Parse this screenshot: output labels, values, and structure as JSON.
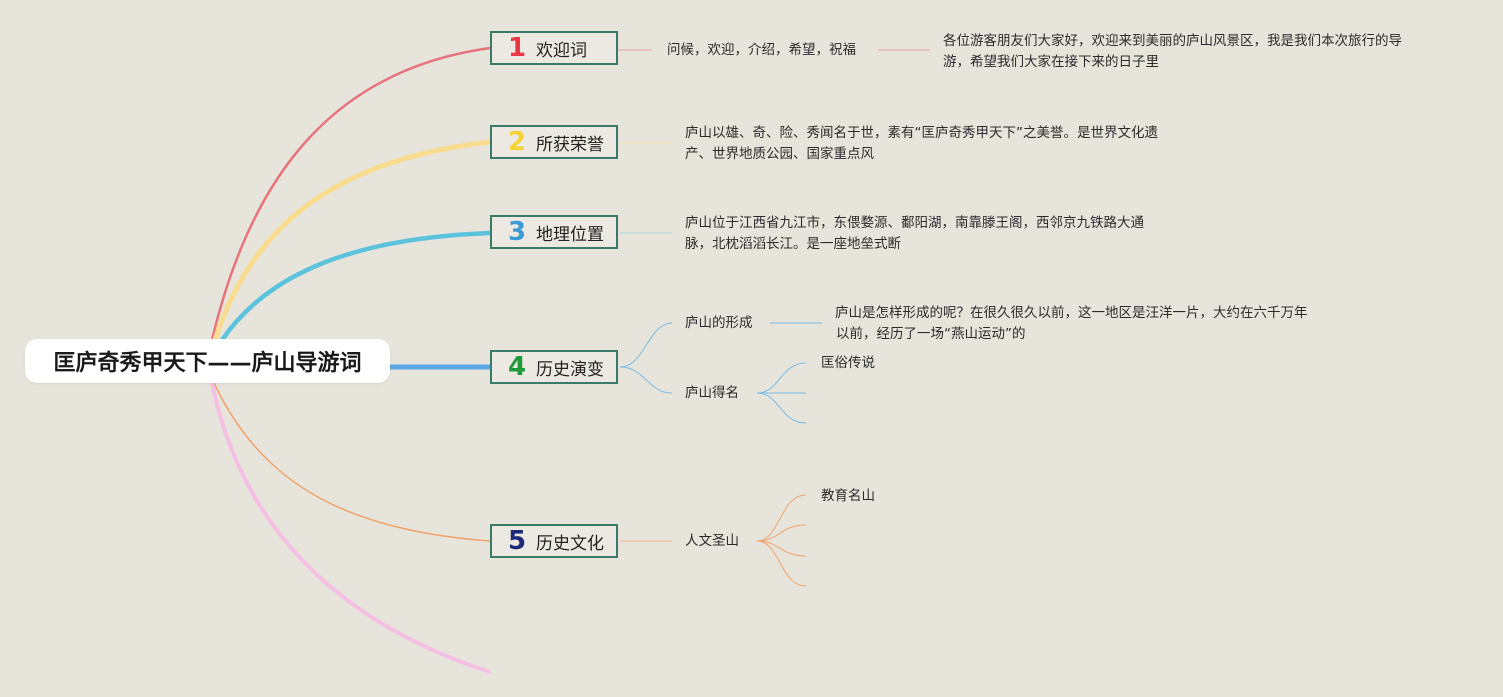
{
  "root": {
    "title": "匡庐奇秀甲天下——庐山导游词"
  },
  "branches": [
    {
      "number": "1",
      "label": "欢迎词",
      "color": "#e8737a",
      "summary": "问候，欢迎，介绍，希望，祝福",
      "detail": [
        "各位游客朋友们大家好，欢迎来到美丽的庐山风景区，我是我们本次旅行的导",
        "游，希望我们大家在接下来的日子里"
      ]
    },
    {
      "number": "2",
      "label": "所获荣誉",
      "color": "#f5d85a",
      "detail": [
        "庐山以雄、奇、险、秀闻名于世，素有“匡庐奇秀甲天下”之美誉。是世界文化遗",
        "产、世界地质公园、国家重点风"
      ]
    },
    {
      "number": "3",
      "label": "地理位置",
      "color": "#3a9bd6",
      "detail": [
        "庐山位于江西省九江市，东偎婺源、鄱阳湖，南靠滕王阁，西邻京九铁路大通",
        "脉，北枕滔滔长江。是一座地垒式断"
      ]
    },
    {
      "number": "4",
      "label": "历史演变",
      "color": "#1f9a3a",
      "sub1": "庐山的形成",
      "sub1_detail": [
        "庐山是怎样形成的呢？在很久很久以前，这一地区是汪洋一片，大约在六千万年",
        "以前，经历了一场“燕山运动”的"
      ],
      "sub2": "庐山得名",
      "sub2_first": "匡俗传说"
    },
    {
      "number": "5",
      "label": "历史文化",
      "color": "#1d2a7a",
      "sub1": "人文圣山",
      "sub1_first": "教育名山"
    }
  ]
}
